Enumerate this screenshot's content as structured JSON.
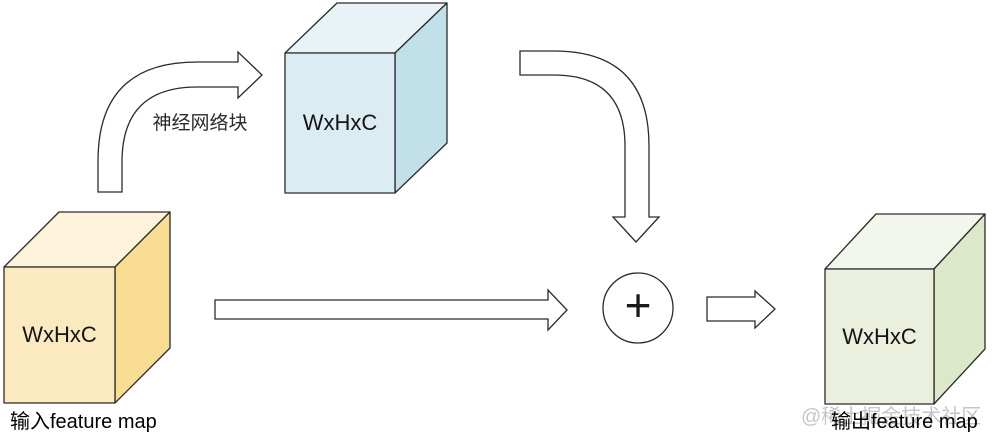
{
  "diagram": {
    "input_cube": {
      "label": "WxHxC",
      "caption": "输入feature map"
    },
    "block_cube": {
      "label": "WxHxC"
    },
    "output_cube": {
      "label": "WxHxC",
      "caption": "输出feature map"
    },
    "block_arrow_label": "神经网络块",
    "add_operator": "+",
    "watermark": "@稀土掘金技术社区",
    "colors": {
      "background": "#ffffff",
      "outline": "#2b2b2b",
      "arrow_fill": "#ffffff",
      "watermark": "#c6c6c6",
      "input_cube": {
        "front": "#fbeabf",
        "top": "#fdf3da",
        "side": "#f9dd92"
      },
      "block_cube": {
        "front": "#dcecf3",
        "top": "#e9f3f7",
        "side": "#c2e0ea"
      },
      "output_cube": {
        "front": "#eaefde",
        "top": "#f3f6ec",
        "side": "#dce8ca"
      }
    }
  }
}
